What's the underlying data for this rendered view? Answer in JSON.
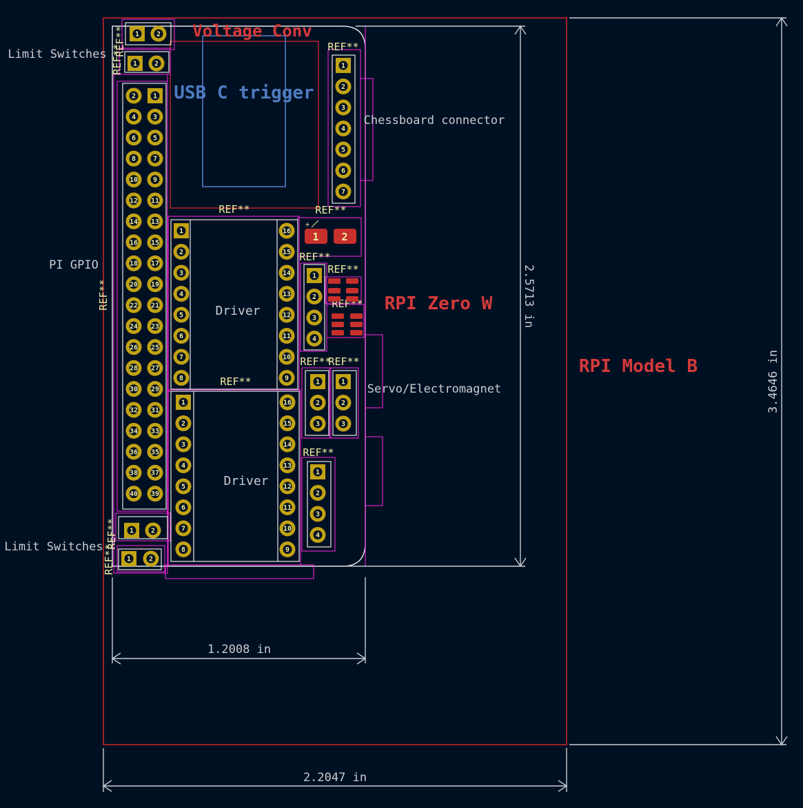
{
  "labels": {
    "voltage_conv": "Voltage Conv",
    "usb_c_trigger": "USB C trigger",
    "chessboard_connector": "Chessboard connector",
    "limit_switches_top": "Limit Switches",
    "limit_switches_bottom": "Limit Switches",
    "pi_gpio": "PI GPIO",
    "rpi_zero_w": "RPI Zero W",
    "rpi_model_b": "RPI Model B",
    "driver_top": "Driver",
    "driver_bottom": "Driver",
    "servo_electromagnet": "Servo/Electromagnet"
  },
  "ref_designator": "REF**",
  "dimensions": {
    "zero_height": "2.5713 in",
    "model_b_height": "3.4646 in",
    "zero_width": "1.2008 in",
    "model_b_width": "2.2047 in"
  },
  "colors": {
    "background": "#001023",
    "silkscreen": "#f2eda1",
    "pad": "#c2a313",
    "smd_pad": "#c8302c",
    "board_outline": "#c0262a",
    "courtyard": "#ff26e2",
    "usb_outline": "#4f7bc0",
    "label_red": "#d63a3a",
    "label_blue": "#4f7bc0",
    "label_grey": "#c9ccd1"
  },
  "gpio_header_pins": 40,
  "driver_pins_per_side": 8,
  "chessboard_connector_pins": 7,
  "smd_pads": [
    "1",
    "2"
  ]
}
